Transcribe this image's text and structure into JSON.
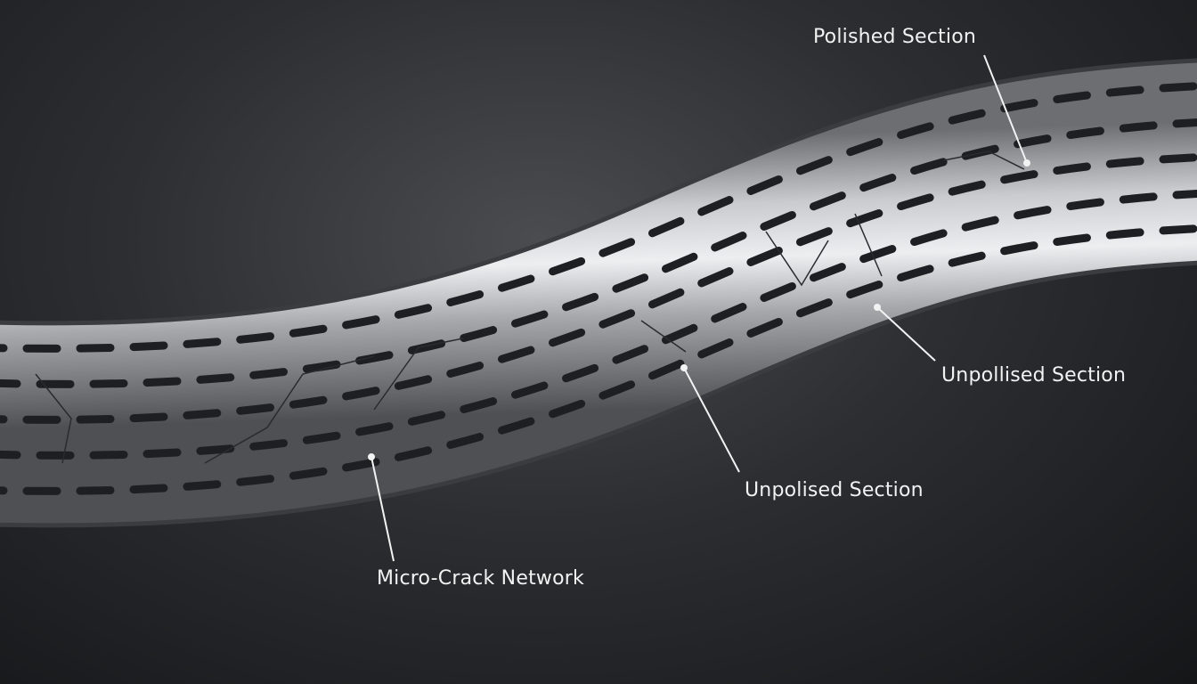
{
  "annotations": {
    "polished": "Polished Section",
    "unpollised": "Unpollised Section",
    "unpolised": "Unpolised Section",
    "micro_crack": "Micro-Crack Network"
  },
  "colors": {
    "background": "#2c2e32",
    "metal": "#b8babd",
    "label": "#f2f2f2"
  }
}
